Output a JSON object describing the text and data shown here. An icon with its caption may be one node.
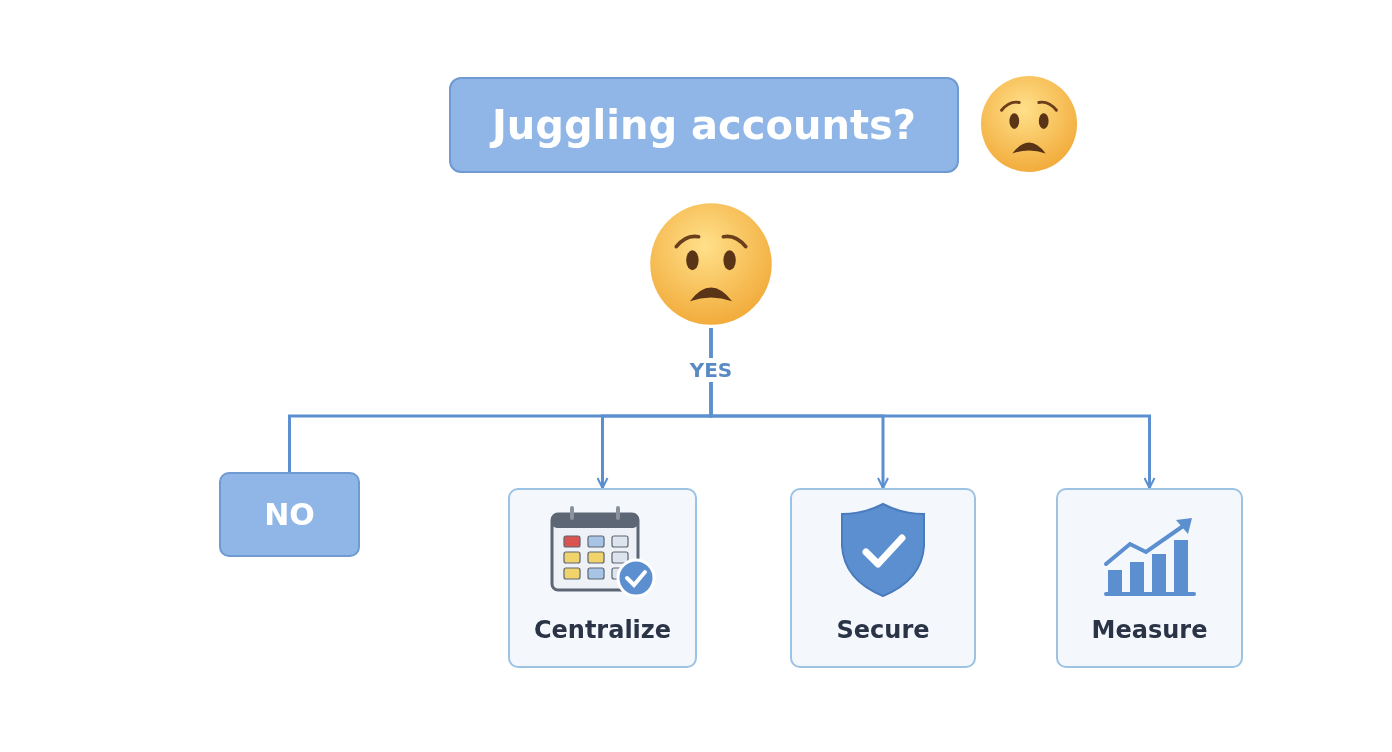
{
  "diagram": {
    "nodes": [
      {
        "text": [
          "Juggling accounts?"
        ]
      },
      {
        "text": [],
        "shape": "circle"
      },
      {
        "text": [
          "NO"
        ]
      },
      {
        "text": [
          "Centralize"
        ]
      },
      {
        "text": [
          "Secure"
        ]
      },
      {
        "text": [
          "Measure"
        ]
      }
    ],
    "edges": [
      {
        "from": 1,
        "to": 2,
        "arrow": "none"
      },
      {
        "from": 1,
        "to": 3,
        "arrow": "to",
        "label": "YES"
      },
      {
        "from": 1,
        "to": 4,
        "arrow": "to"
      },
      {
        "from": 1,
        "to": 5,
        "arrow": "to"
      }
    ]
  }
}
